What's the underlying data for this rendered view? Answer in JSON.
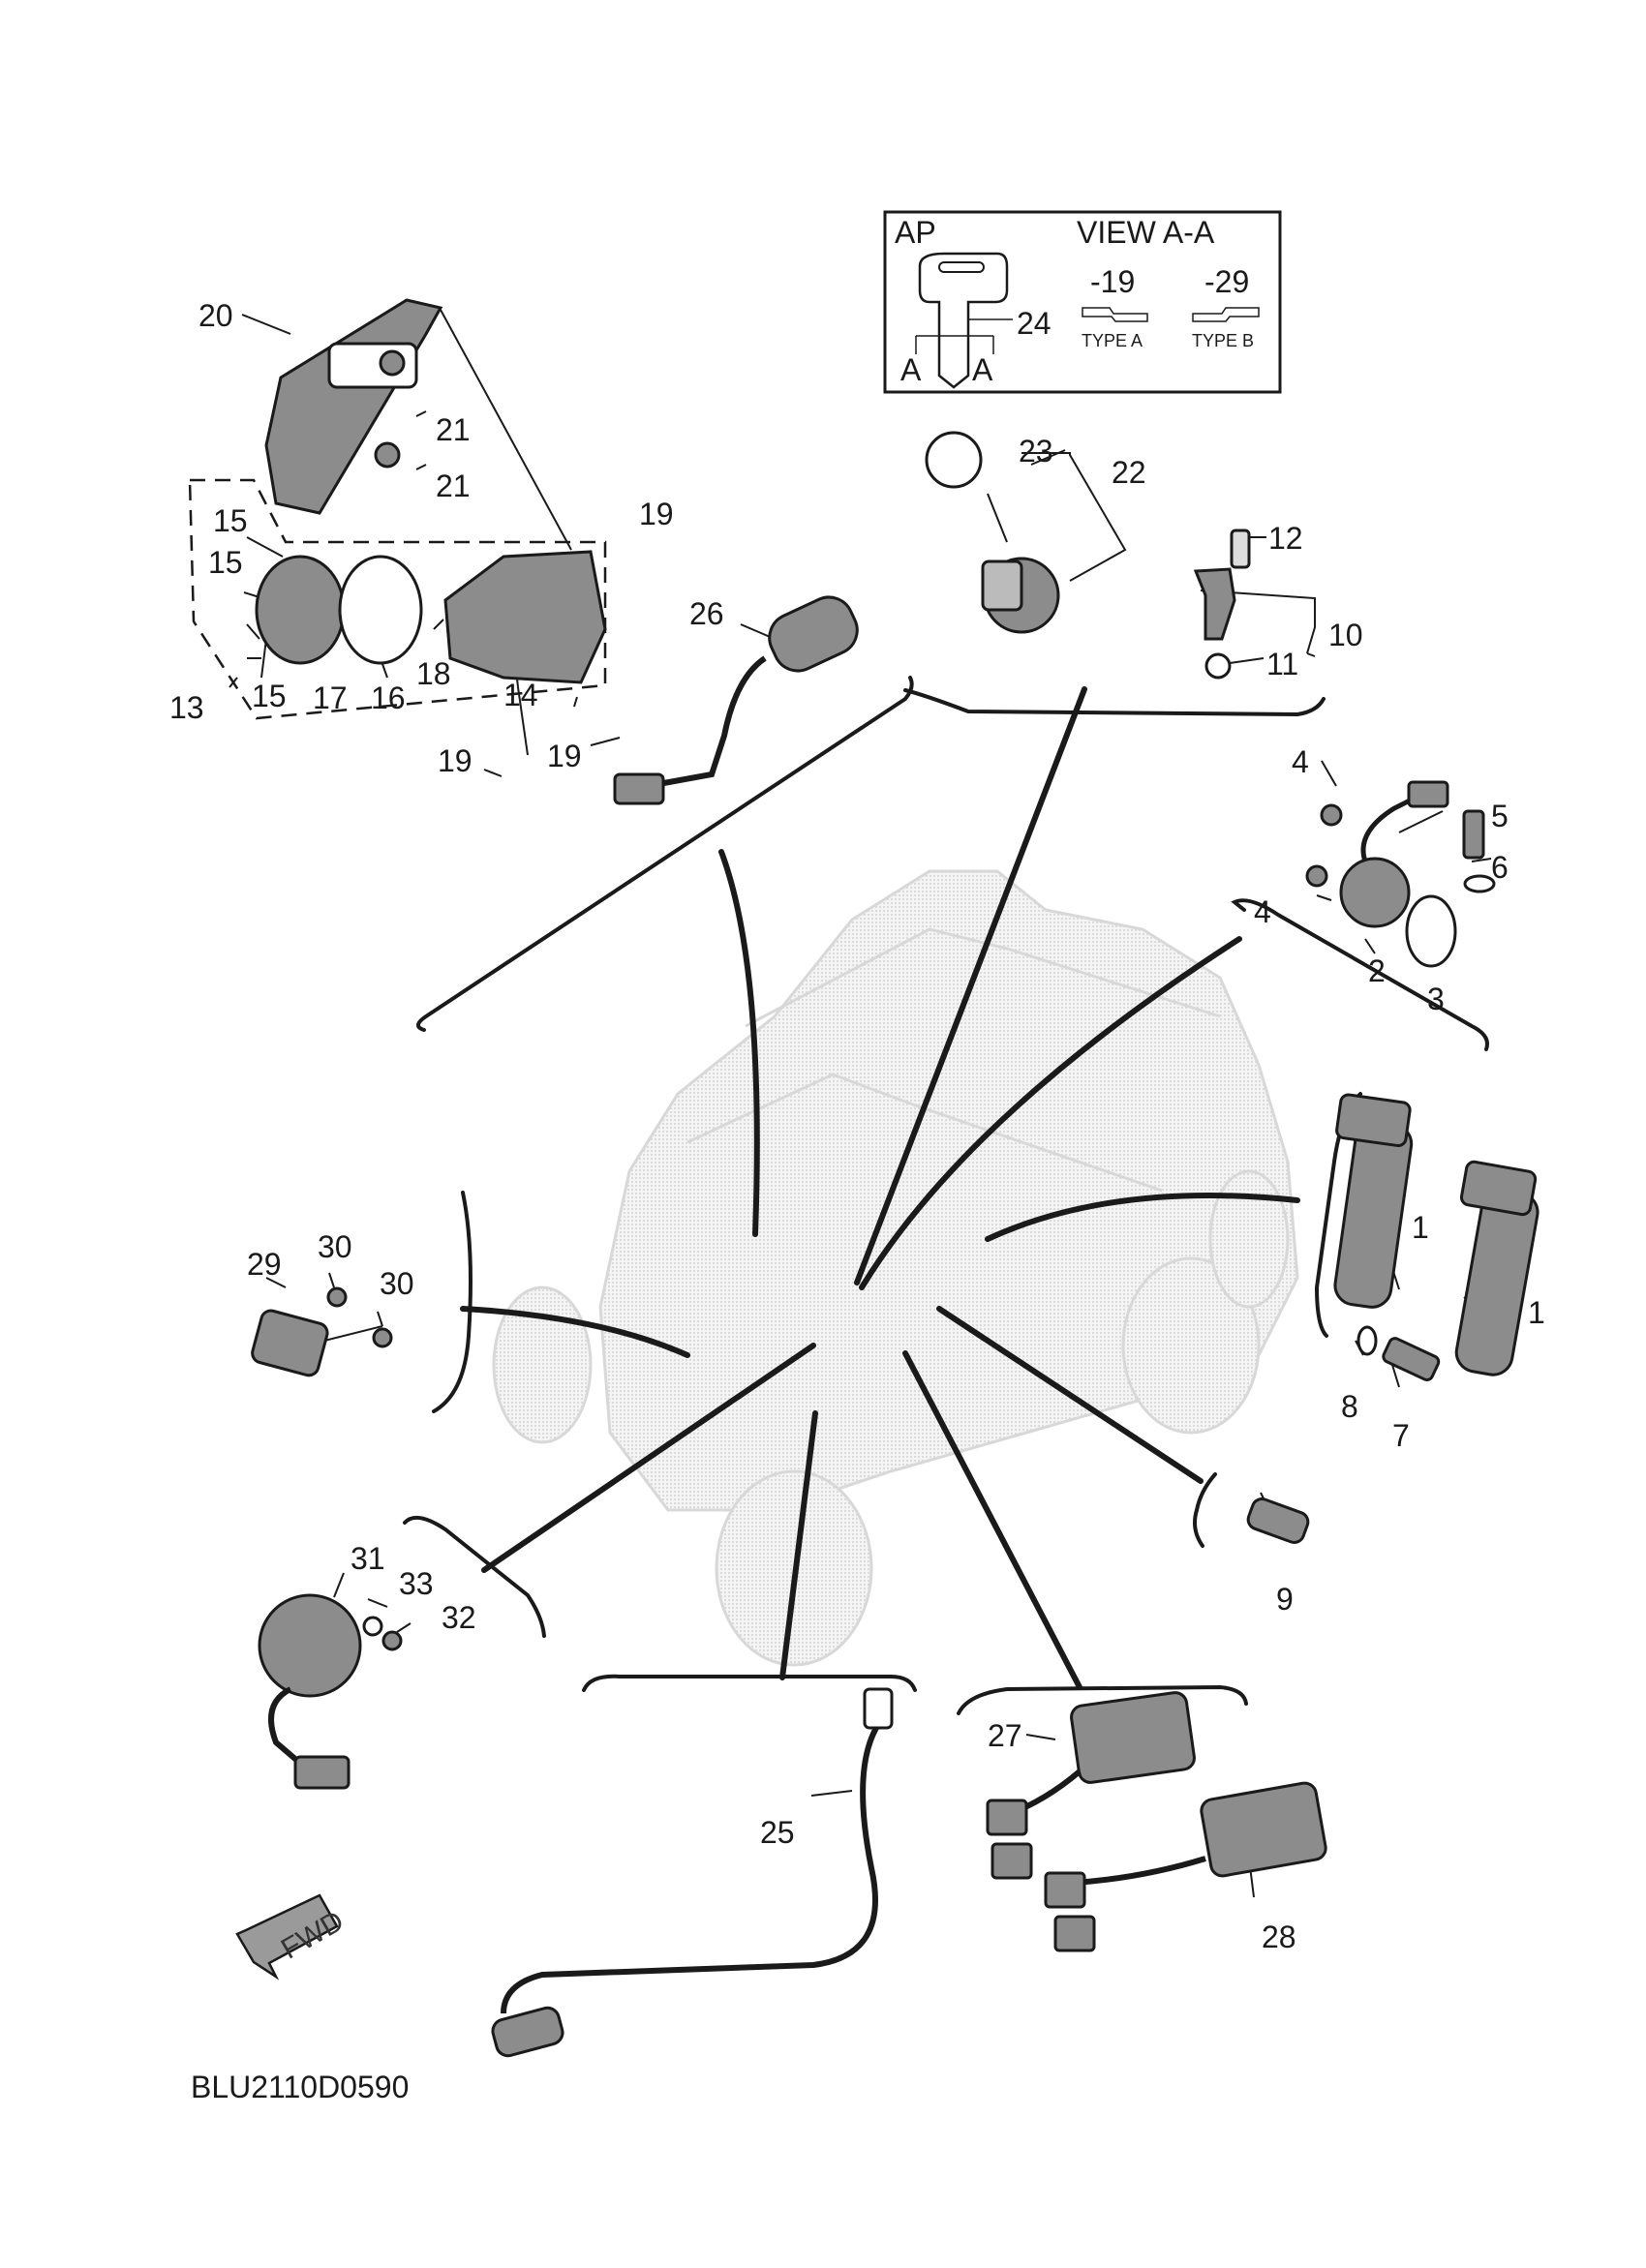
{
  "inset": {
    "left_title": "AP",
    "right_title": "VIEW A-A",
    "key_part_no": "24",
    "section_marker_a": "A",
    "variant_a": "-19",
    "variant_b": "-29",
    "type_a": "TYPE A",
    "type_b": "TYPE B"
  },
  "callouts": [
    {
      "n": "1"
    },
    {
      "n": "1"
    },
    {
      "n": "2"
    },
    {
      "n": "3"
    },
    {
      "n": "4"
    },
    {
      "n": "4"
    },
    {
      "n": "5"
    },
    {
      "n": "6"
    },
    {
      "n": "7"
    },
    {
      "n": "8"
    },
    {
      "n": "9"
    },
    {
      "n": "10"
    },
    {
      "n": "11"
    },
    {
      "n": "12"
    },
    {
      "n": "13"
    },
    {
      "n": "14"
    },
    {
      "n": "15"
    },
    {
      "n": "15"
    },
    {
      "n": "15"
    },
    {
      "n": "16"
    },
    {
      "n": "17"
    },
    {
      "n": "18"
    },
    {
      "n": "19"
    },
    {
      "n": "19"
    },
    {
      "n": "19"
    },
    {
      "n": "20"
    },
    {
      "n": "21"
    },
    {
      "n": "21"
    },
    {
      "n": "22"
    },
    {
      "n": "23"
    },
    {
      "n": "25"
    },
    {
      "n": "26"
    },
    {
      "n": "27"
    },
    {
      "n": "28"
    },
    {
      "n": "29"
    },
    {
      "n": "30"
    },
    {
      "n": "30"
    },
    {
      "n": "31"
    },
    {
      "n": "32"
    },
    {
      "n": "33"
    }
  ],
  "fwd_label": "FWD",
  "diagram_code": "BLU2110D0590",
  "colors": {
    "line": "#1a1a1a",
    "part_fill": "#8c8c8c",
    "vehicle_fill": "#e6e6e6"
  }
}
